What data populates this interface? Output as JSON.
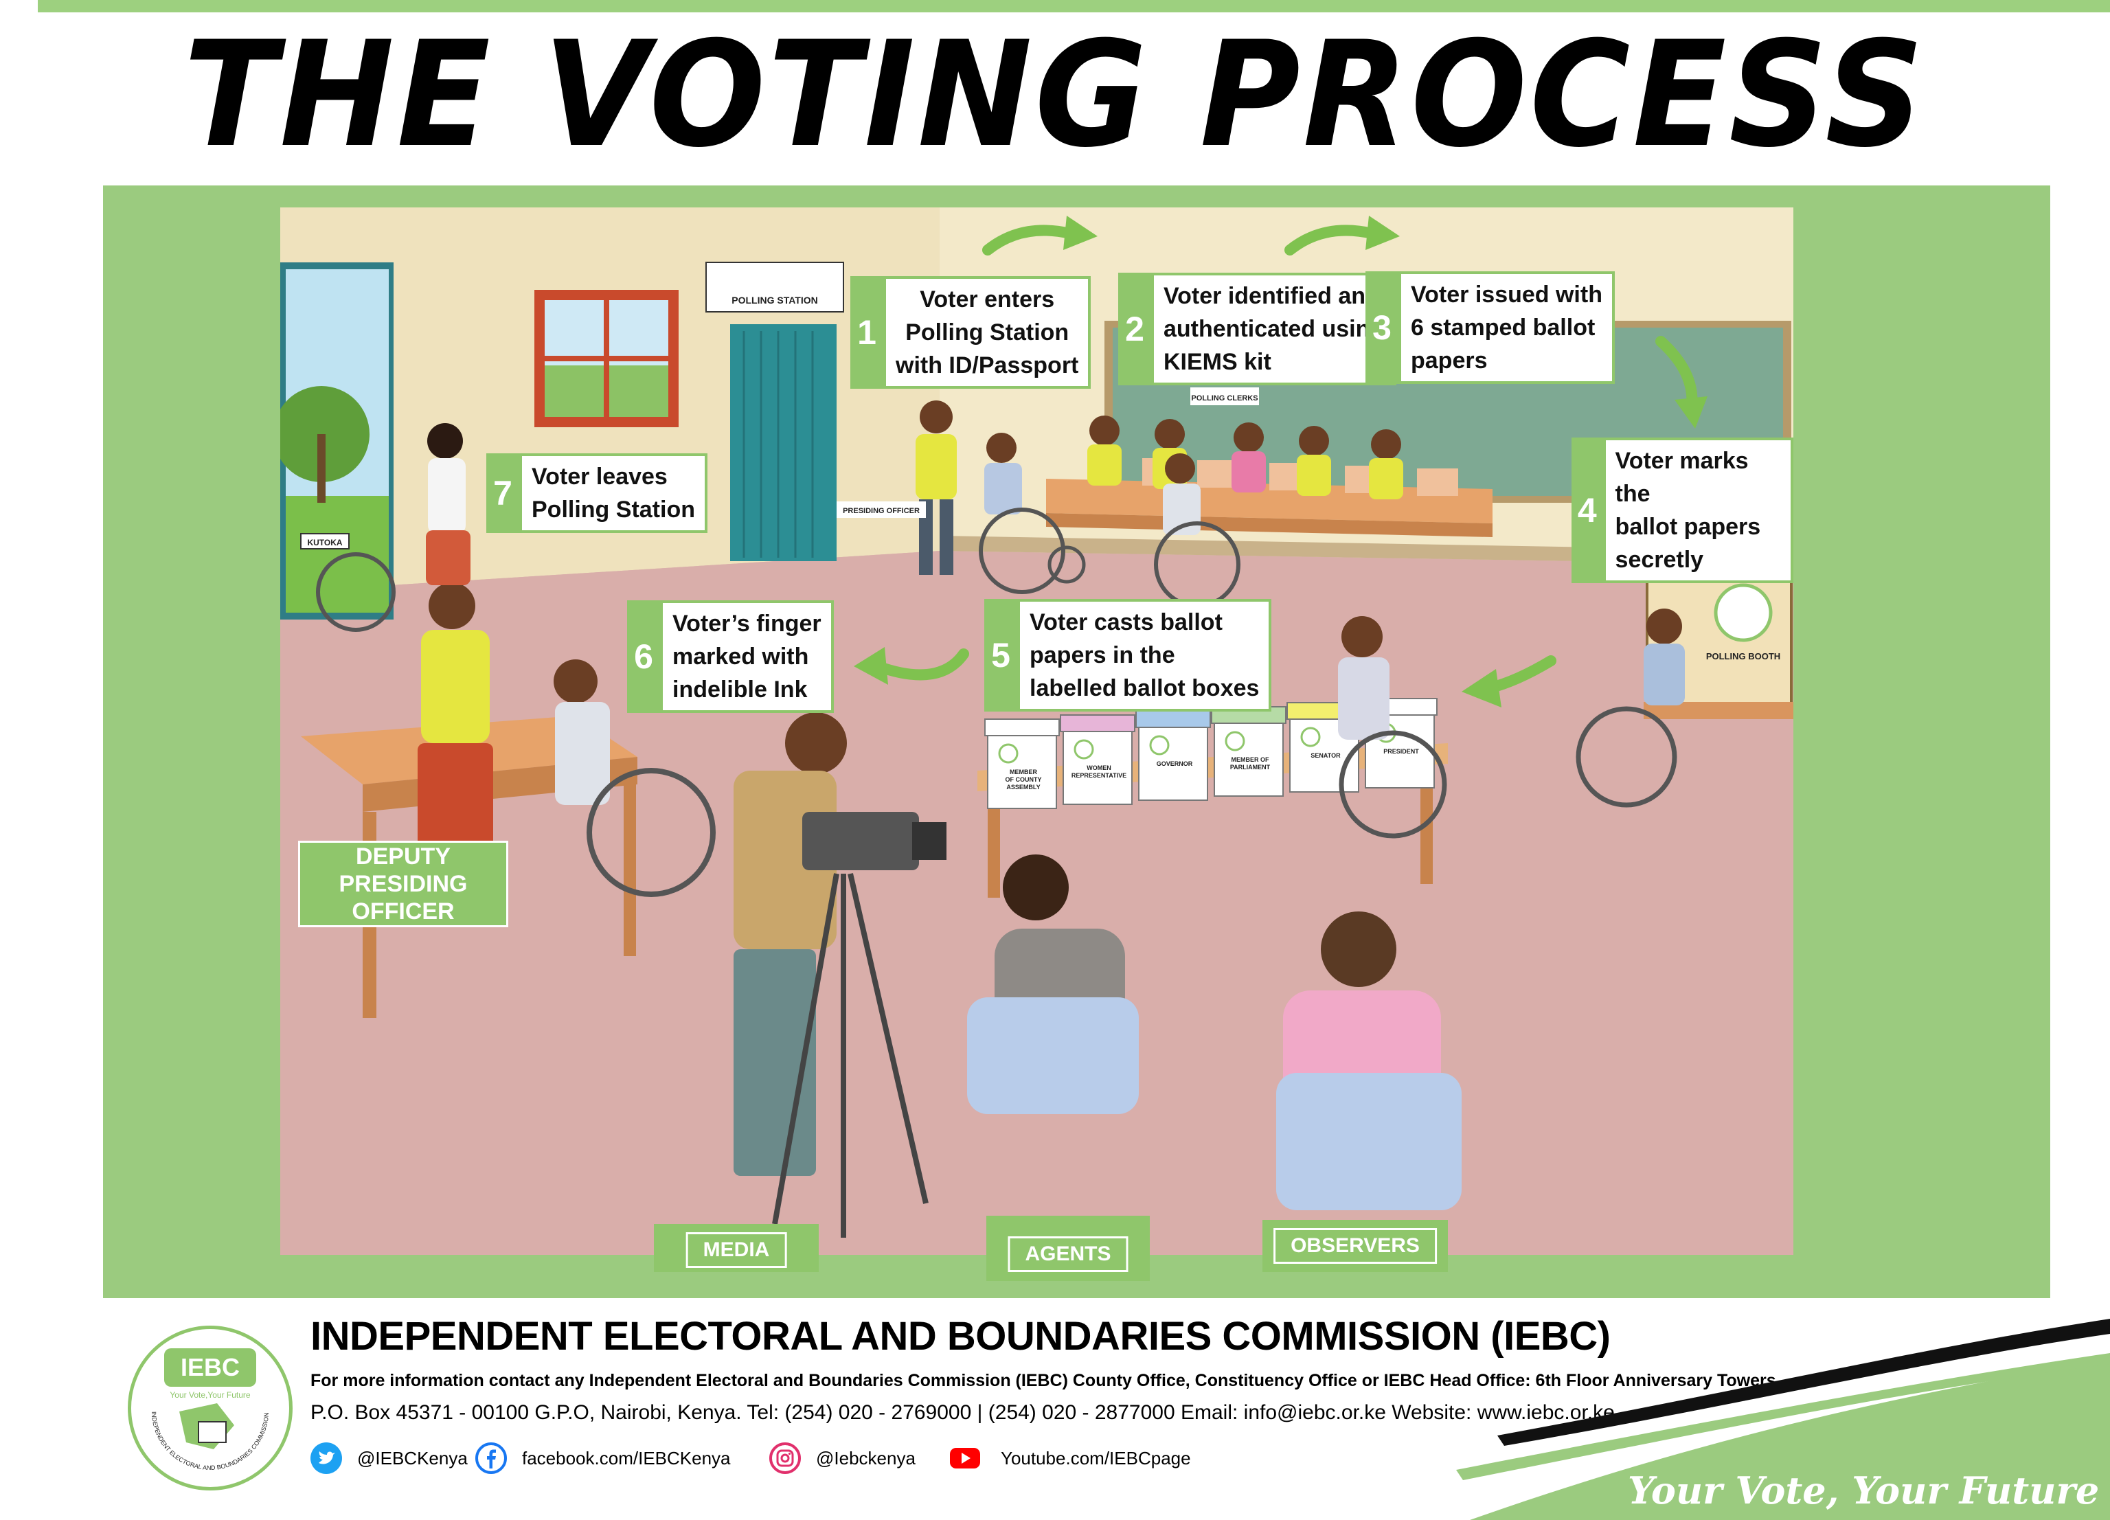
{
  "title": "THE VOTING PROCESS",
  "steps": [
    {
      "num": "1",
      "text": "Voter enters\nPolling Station\nwith ID/Passport"
    },
    {
      "num": "2",
      "text": "Voter identified and\nauthenticated using\nKIEMS kit"
    },
    {
      "num": "3",
      "text": "Voter issued with\n6 stamped ballot\npapers"
    },
    {
      "num": "4",
      "text": "Voter marks the\nballot papers\nsecretly"
    },
    {
      "num": "5",
      "text": "Voter casts ballot\npapers in the\nlabelled ballot boxes"
    },
    {
      "num": "6",
      "text": "Voter’s finger\nmarked with\nindelible Ink"
    },
    {
      "num": "7",
      "text": "Voter leaves\nPolling Station"
    }
  ],
  "scene_labels": {
    "polling_station": "POLLING STATION",
    "polling_clerks": "POLLING CLERKS",
    "presiding_officer": "PRESIDING OFFICER",
    "kutoka": "KUTOKA",
    "polling_booth": "POLLING\nBOOTH",
    "deputy_presiding_officer": "DEPUTY PRESIDING\nOFFICER"
  },
  "ballot_boxes": [
    {
      "label": "MEMBER\nOF COUNTY\nASSEMBLY",
      "color": "#ffffff"
    },
    {
      "label": "WOMEN\nREPRESENTATIVE",
      "color": "#e7b5d8"
    },
    {
      "label": "GOVERNOR",
      "color": "#a8c9ea"
    },
    {
      "label": "MEMBER OF\nPARLIAMENT",
      "color": "#b6dba6"
    },
    {
      "label": "SENATOR",
      "color": "#f3ef6e"
    },
    {
      "label": "PRESIDENT",
      "color": "#ffffff"
    }
  ],
  "tabs": {
    "media": "MEDIA",
    "agents": "AGENTS",
    "observers": "OBSERVERS"
  },
  "footer": {
    "logo_text": "IEBC",
    "logo_tagline": "Your Vote,Your Future",
    "logo_ring_text": "INDEPENDENT ELECTORAL AND BOUNDARIES COMMISSION",
    "org_name": "INDEPENDENT ELECTORAL AND BOUNDARIES COMMISSION (IEBC)",
    "info": "For more information contact any Independent Electoral and Boundaries Commission (IEBC) County Office, Constituency Office or IEBC Head Office: 6th Floor Anniversary Towers",
    "address": "P.O. Box 45371 - 00100 G.P.O, Nairobi, Kenya. Tel: (254) 020 -  2769000 | (254) 020 - 2877000  Email: info@iebc.or.ke Website: www.iebc.or.ke",
    "social": [
      {
        "icon": "twitter-icon",
        "label": "@IEBCKenya",
        "color": "#1da1f2"
      },
      {
        "icon": "facebook-icon",
        "label": "facebook.com/IEBCKenya",
        "color": "#1877f2"
      },
      {
        "icon": "instagram-icon",
        "label": "@Iebckenya",
        "color": "#e1306c"
      },
      {
        "icon": "youtube-icon",
        "label": "Youtube.com/IEBCpage",
        "color": "#ff0000"
      }
    ],
    "slogan": "Your Vote, Your Future"
  },
  "colors": {
    "brand_green": "#8fc66b",
    "frame_green": "#9bcb7f",
    "floor_pink": "#d9aeaa",
    "wall_cream": "#f2e6c4"
  }
}
